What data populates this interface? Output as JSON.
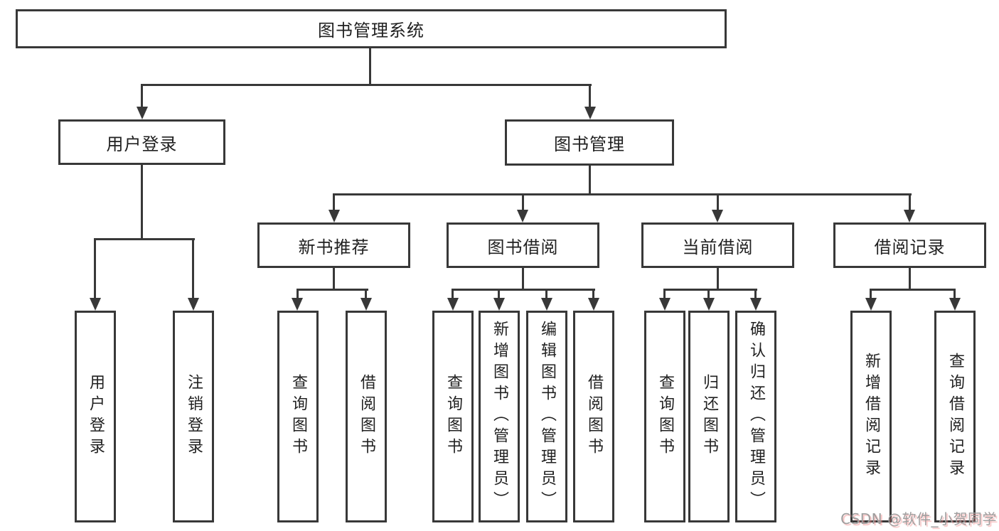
{
  "diagram": {
    "root": {
      "label": "图书管理系统"
    },
    "user_login": {
      "label": "用户登录",
      "children": {
        "login": {
          "label": "用户登录"
        },
        "logout": {
          "label": "注销登录"
        }
      }
    },
    "book_management": {
      "label": "图书管理",
      "children": {
        "new_book_recommend": {
          "label": "新书推荐",
          "children": {
            "query_books": {
              "label": "查询图书"
            },
            "borrow_books": {
              "label": "借阅图书"
            }
          }
        },
        "book_borrow": {
          "label": "图书借阅",
          "children": {
            "query_books": {
              "label": "查询图书"
            },
            "add_books_admin": {
              "label": "新增图书（管理员）"
            },
            "edit_books_admin": {
              "label": "编辑图书（管理员）"
            },
            "borrow_books": {
              "label": "借阅图书"
            }
          }
        },
        "current_borrow": {
          "label": "当前借阅",
          "children": {
            "query_books": {
              "label": "查询图书"
            },
            "return_books": {
              "label": "归还图书"
            },
            "confirm_return_admin": {
              "label": "确认归还（管理员）"
            }
          }
        },
        "borrow_records": {
          "label": "借阅记录",
          "children": {
            "add_borrow_record": {
              "label": "新增借阅记录"
            },
            "query_borrow_record": {
              "label": "查询借阅记录"
            }
          }
        }
      }
    }
  },
  "watermark": {
    "text": "CSDN @软件_小贺同学"
  },
  "colors": {
    "background": "#ffffff",
    "line": "#383838",
    "box_border": "#383838",
    "text": "#212121",
    "watermark_text": "#9e9e9e",
    "watermark_shadow": "#f28c8c"
  }
}
